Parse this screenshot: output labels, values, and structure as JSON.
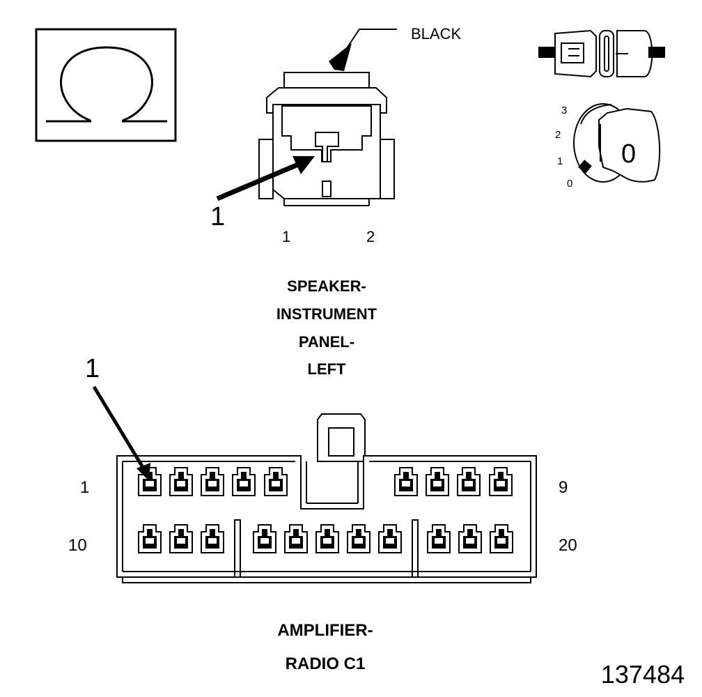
{
  "speaker_connector": {
    "color_label": "BLACK",
    "callout": "1",
    "pin_labels": [
      "1",
      "2"
    ],
    "title_lines": [
      "SPEAKER-",
      "INSTRUMENT",
      "PANEL-",
      "LEFT"
    ]
  },
  "amplifier_connector": {
    "callout": "1",
    "row1_start": "1",
    "row1_end": "9",
    "row2_start": "10",
    "row2_end": "20",
    "title_lines": [
      "AMPLIFIER-",
      "RADIO C1"
    ]
  },
  "ignition_switch": {
    "positions": [
      "3",
      "2",
      "1",
      "0"
    ],
    "key_label": "0"
  },
  "figure_number": "137484",
  "icons": [
    "ohm-meter-symbol-icon",
    "connector-disconnected-icon",
    "ignition-key-off-icon"
  ]
}
